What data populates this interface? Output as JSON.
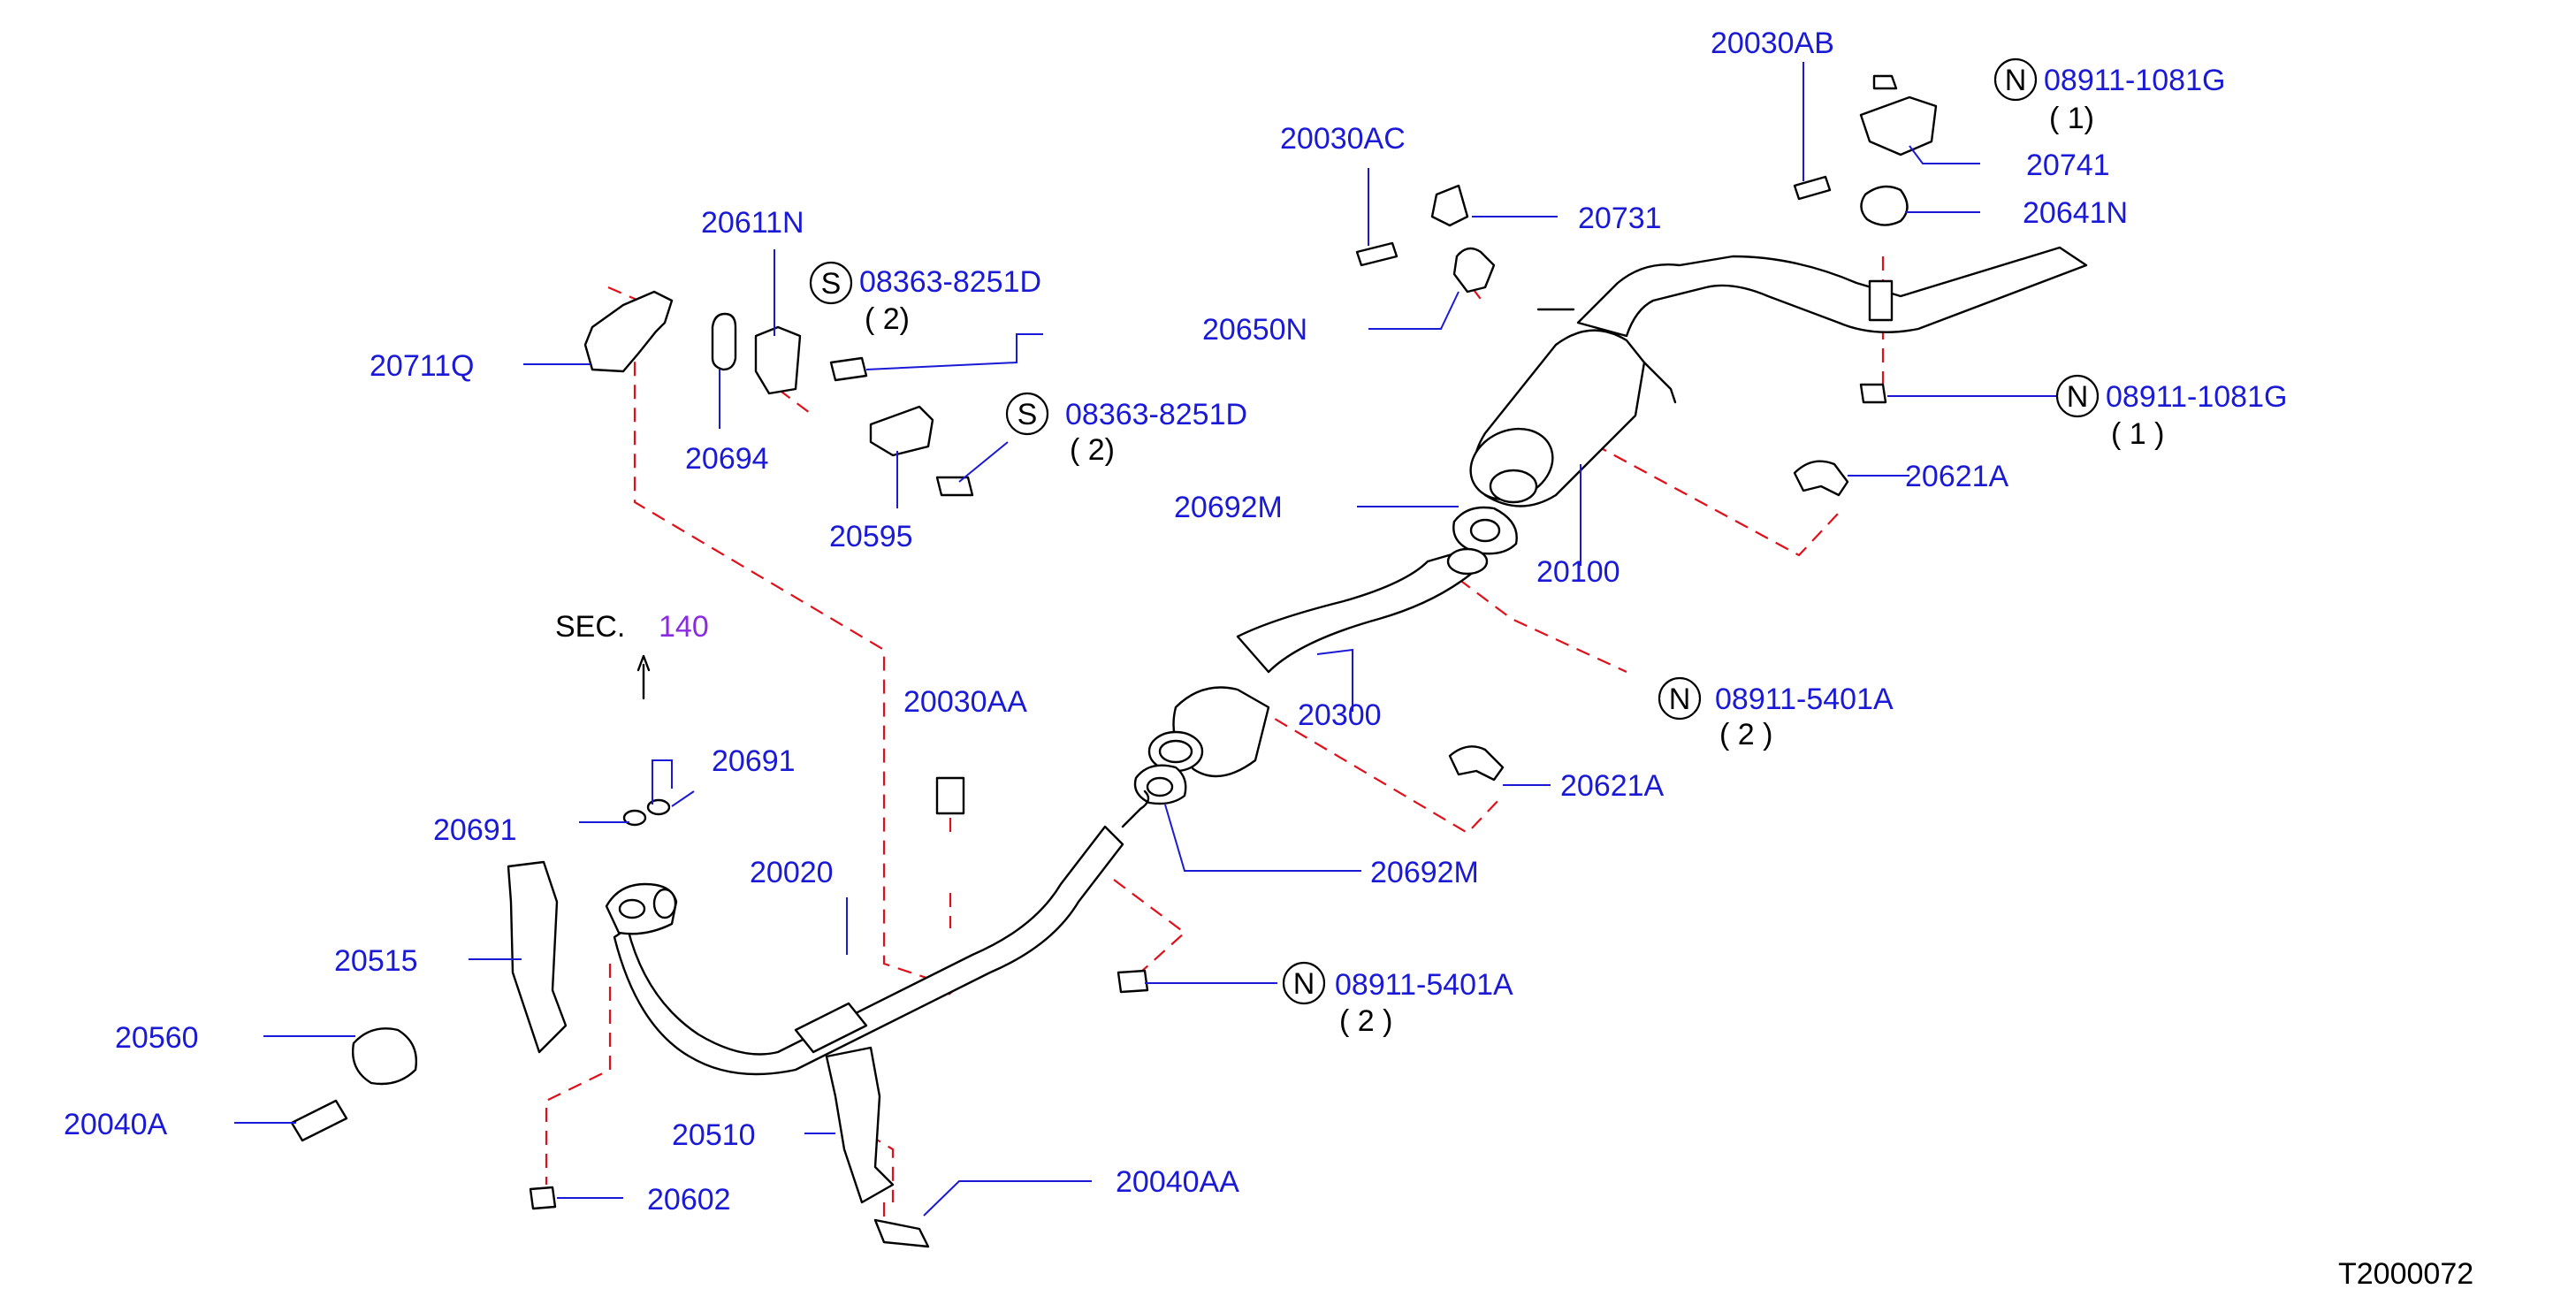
{
  "diagram_id": "T2000072",
  "section_ref": {
    "prefix": "SEC.",
    "number": "140"
  },
  "accent_colors": {
    "label": "#1a1ad6",
    "dashed": "#e0101a",
    "section_number": "#8a2be2"
  },
  "labels": {
    "p20030AB": "20030AB",
    "p20030AC": "20030AC",
    "p20731": "20731",
    "p20741": "20741",
    "p20641N": "20641N",
    "p20650N": "20650N",
    "p20611N": "20611N",
    "p20711Q": "20711Q",
    "p20694": "20694",
    "p20595": "20595",
    "p20692M_top": "20692M",
    "p20100": "20100",
    "p20621A_top": "20621A",
    "p20300": "20300",
    "p20030AA": "20030AA",
    "p20621A_mid": "20621A",
    "p20691_right": "20691",
    "p20691_left": "20691",
    "p20692M_mid": "20692M",
    "p20020": "20020",
    "p20515": "20515",
    "p20560": "20560",
    "p20040A": "20040A",
    "p20510": "20510",
    "p20602": "20602",
    "p20040AA": "20040AA"
  },
  "fasteners": {
    "n_top": {
      "letter": "N",
      "part": "08911-1081G",
      "qty": "( 1)"
    },
    "n_right": {
      "letter": "N",
      "part": "08911-1081G",
      "qty": "( 1 )"
    },
    "s_upper": {
      "letter": "S",
      "part": "08363-8251D",
      "qty": "( 2)"
    },
    "s_lower": {
      "letter": "S",
      "part": "08363-8251D",
      "qty": "( 2)"
    },
    "n_mid": {
      "letter": "N",
      "part": "08911-5401A",
      "qty": "( 2 )"
    },
    "n_bottom": {
      "letter": "N",
      "part": "08911-5401A",
      "qty": "( 2 )"
    }
  }
}
